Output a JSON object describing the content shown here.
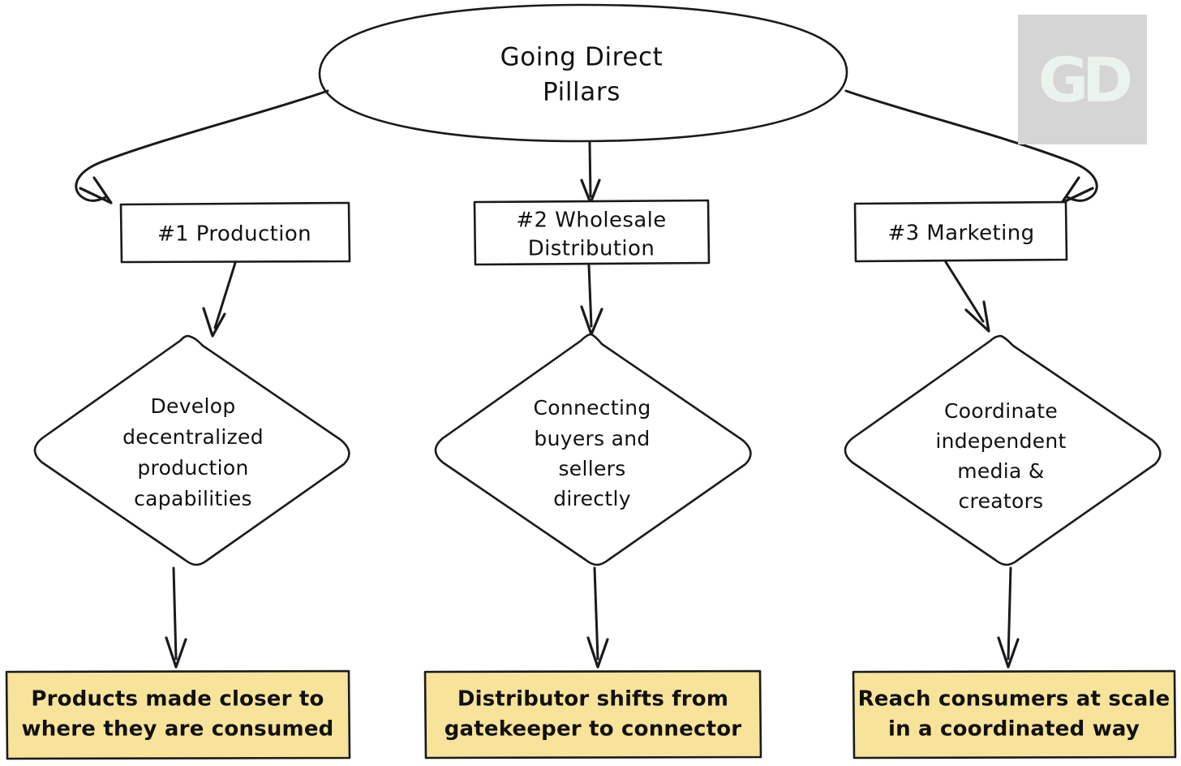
{
  "diagram": {
    "title": "Going Direct Pillars",
    "type": "flowchart",
    "background_color": "#ffffff",
    "stroke_color": "#1a1a1a",
    "accent_color": "#f7e39a",
    "watermark": {
      "text": "GD",
      "box_color": "#d5d5d5",
      "text_color": "#eaf3ee"
    },
    "root": {
      "shape": "ellipse",
      "line1": "Going Direct",
      "line2": "Pillars"
    },
    "pillars": [
      {
        "id": "pillar-1",
        "rect_line1": "#1 Production",
        "rect_line2": "",
        "diamond_lines": [
          "Develop",
          "decentralized",
          "production",
          "capabilities"
        ],
        "outcome_line1": "Products made closer to",
        "outcome_line2": "where they are consumed"
      },
      {
        "id": "pillar-2",
        "rect_line1": "#2 Wholesale",
        "rect_line2": "Distribution",
        "diamond_lines": [
          "Connecting",
          "buyers and",
          "sellers",
          "directly"
        ],
        "outcome_line1": "Distributor shifts from",
        "outcome_line2": "gatekeeper to connector"
      },
      {
        "id": "pillar-3",
        "rect_line1": "#3 Marketing",
        "rect_line2": "",
        "diamond_lines": [
          "Coordinate",
          "independent",
          "media &",
          "creators"
        ],
        "outcome_line1": "Reach consumers at scale",
        "outcome_line2": "in a coordinated way"
      }
    ]
  }
}
